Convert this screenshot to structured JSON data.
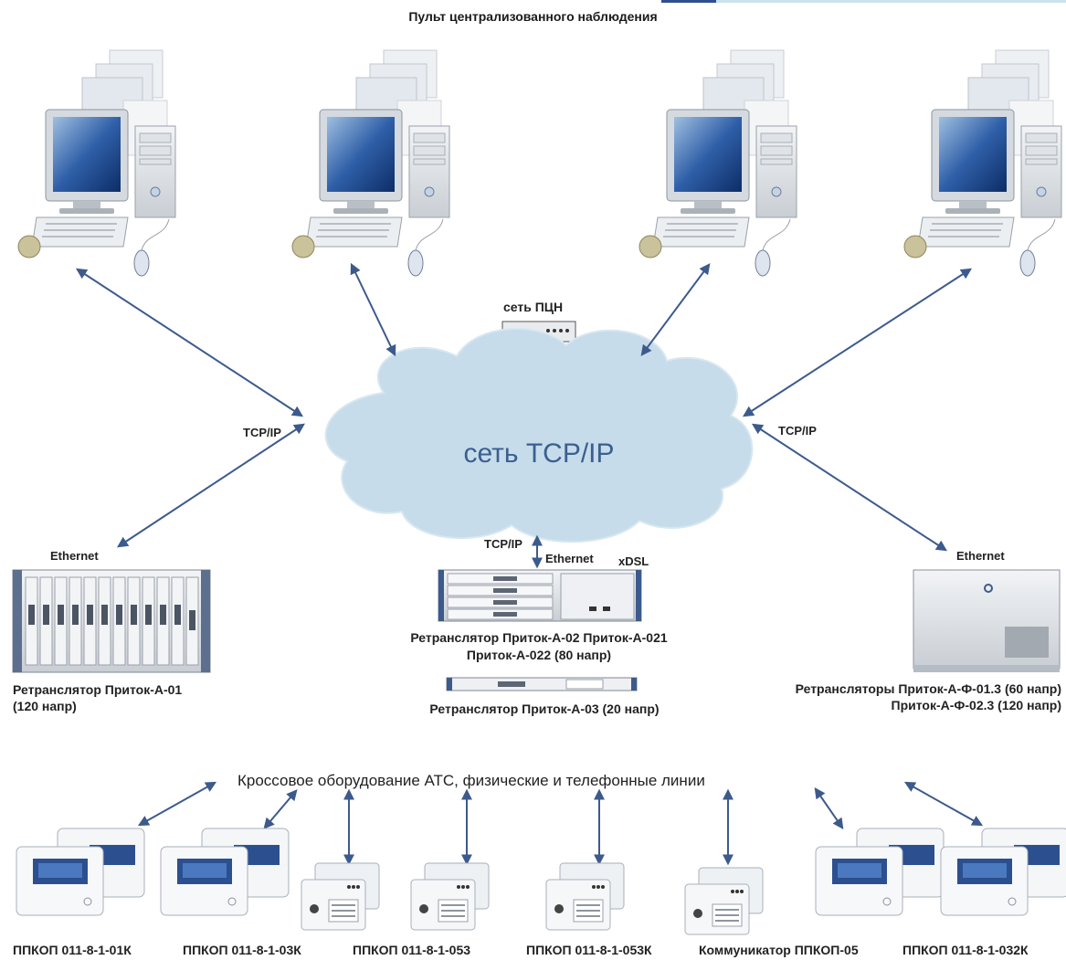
{
  "title": "Пульт централизованного наблюдения",
  "network": {
    "cloud_label": "сеть TCP/IP",
    "pcn_label": "сеть ПЦН",
    "tcpip_left": "TCP/IP",
    "tcpip_right": "TCP/IP",
    "tcpip_center": "TCP/IP",
    "ethernet_left": "Ethernet",
    "ethernet_center": "Ethernet",
    "ethernet_right": "Ethernet",
    "xdsl": "xDSL"
  },
  "retranslators": {
    "left_line1": "Ретранслятор Приток-А-01",
    "left_line2": "(120 напр)",
    "center_line1": "Ретранслятор Приток-А-02 Приток-А-021",
    "center_line2": "Приток-А-022 (80 напр)",
    "center_small": "Ретранслятор Приток-А-03 (20 напр)",
    "right_line1": "Ретрансляторы Приток-А-Ф-01.3 (60 напр)",
    "right_line2": "Приток-А-Ф-02.3 (120 напр)"
  },
  "cross_equipment": "Кроссовое оборудование АТС, физические и телефонные линии",
  "devices": [
    "ППКОП 011-8-1-01К",
    "ППКОП 011-8-1-03К",
    "ППКОП 011-8-1-053",
    "ППКОП 011-8-1-053К",
    "Коммуникатор ППКОП-05",
    "ППКОП 011-8-1-032К"
  ],
  "colors": {
    "arrow": "#3d5a8c",
    "cloud": "#c6dcea",
    "cloud_text": "#3b5f8f",
    "topbar_dark": "#2f4f8f",
    "topbar_light": "#bfe0ea"
  }
}
